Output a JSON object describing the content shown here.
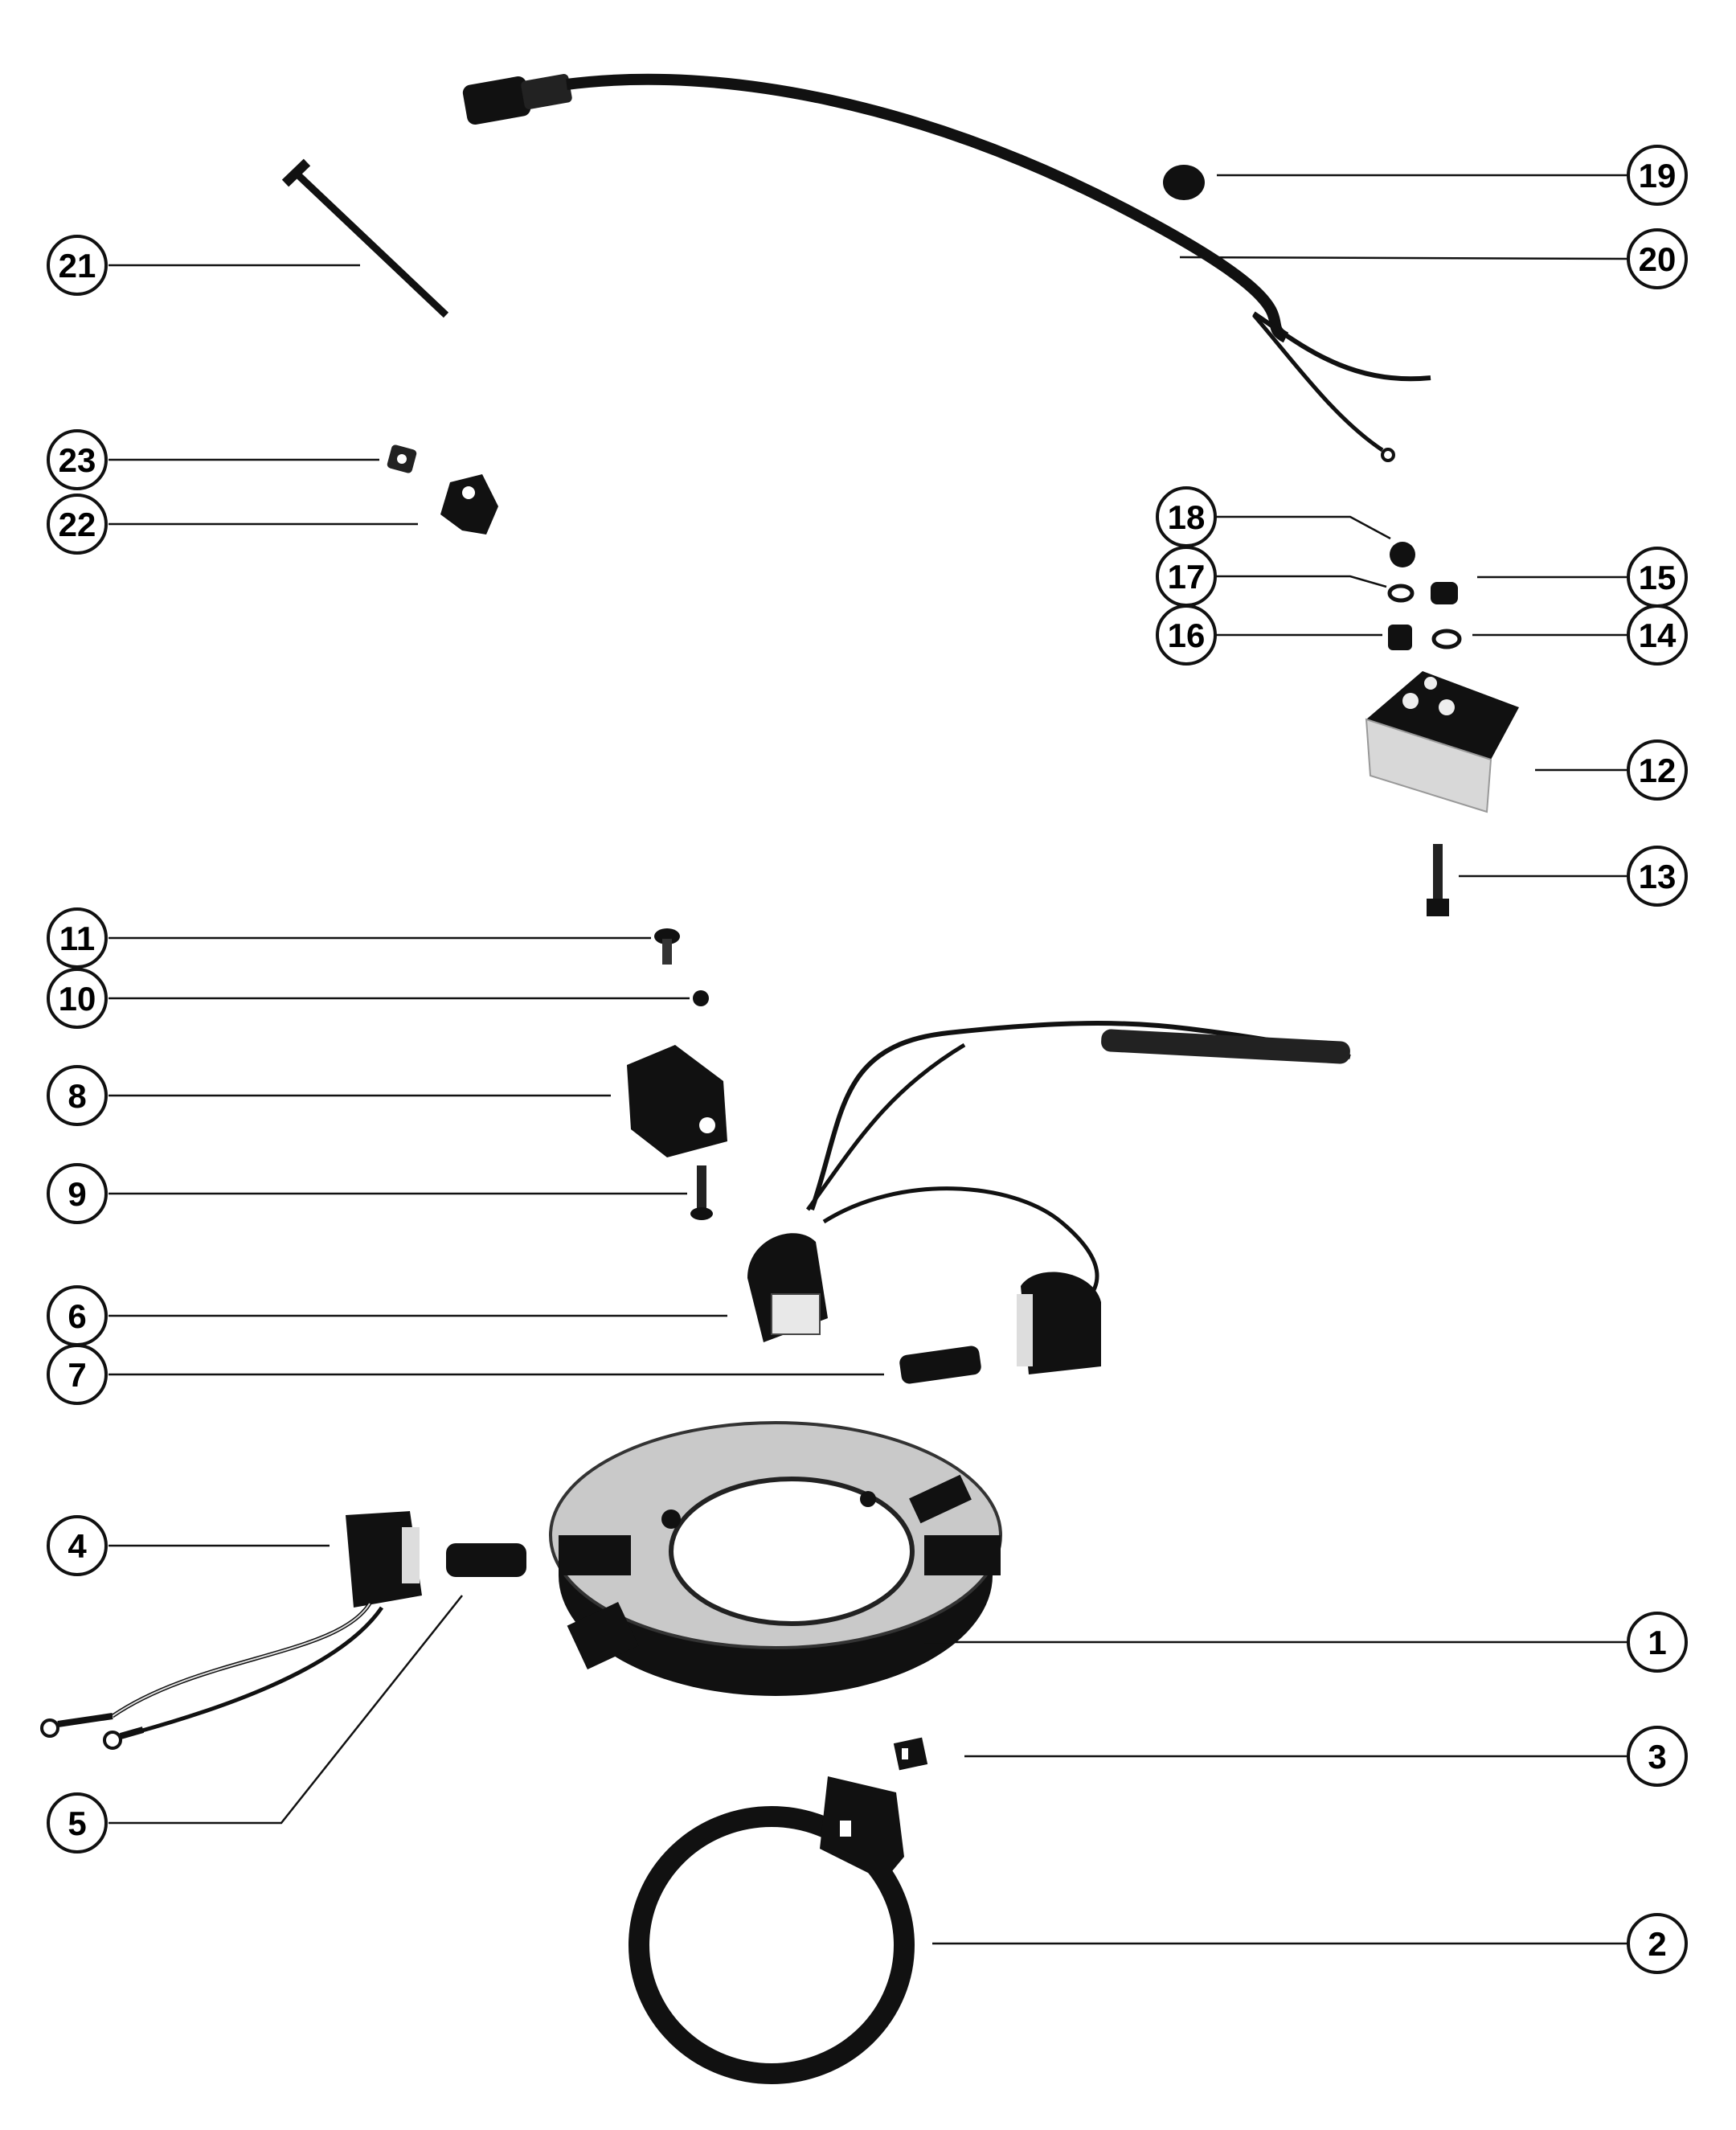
{
  "diagram": {
    "callouts": [
      {
        "id": "1",
        "label": "1",
        "part": "stator-plate"
      },
      {
        "id": "2",
        "label": "2",
        "part": "retainer-ring"
      },
      {
        "id": "3",
        "label": "3",
        "part": "clip"
      },
      {
        "id": "4",
        "label": "4",
        "part": "coil-with-leads"
      },
      {
        "id": "5",
        "label": "5",
        "part": "coil-core"
      },
      {
        "id": "6",
        "label": "6",
        "part": "coil-assembly"
      },
      {
        "id": "7",
        "label": "7",
        "part": "coil-core"
      },
      {
        "id": "8",
        "label": "8",
        "part": "trigger-block"
      },
      {
        "id": "9",
        "label": "9",
        "part": "screw"
      },
      {
        "id": "10",
        "label": "10",
        "part": "washer"
      },
      {
        "id": "11",
        "label": "11",
        "part": "screw"
      },
      {
        "id": "12",
        "label": "12",
        "part": "terminal-block"
      },
      {
        "id": "13",
        "label": "13",
        "part": "screw"
      },
      {
        "id": "14",
        "label": "14",
        "part": "washer"
      },
      {
        "id": "15",
        "label": "15",
        "part": "nut"
      },
      {
        "id": "16",
        "label": "16",
        "part": "nut"
      },
      {
        "id": "17",
        "label": "17",
        "part": "washer"
      },
      {
        "id": "18",
        "label": "18",
        "part": "nut"
      },
      {
        "id": "19",
        "label": "19",
        "part": "plug"
      },
      {
        "id": "20",
        "label": "20",
        "part": "wire-harness"
      },
      {
        "id": "21",
        "label": "21",
        "part": "bolt"
      },
      {
        "id": "22",
        "label": "22",
        "part": "clamp"
      },
      {
        "id": "23",
        "label": "23",
        "part": "nut"
      }
    ]
  }
}
